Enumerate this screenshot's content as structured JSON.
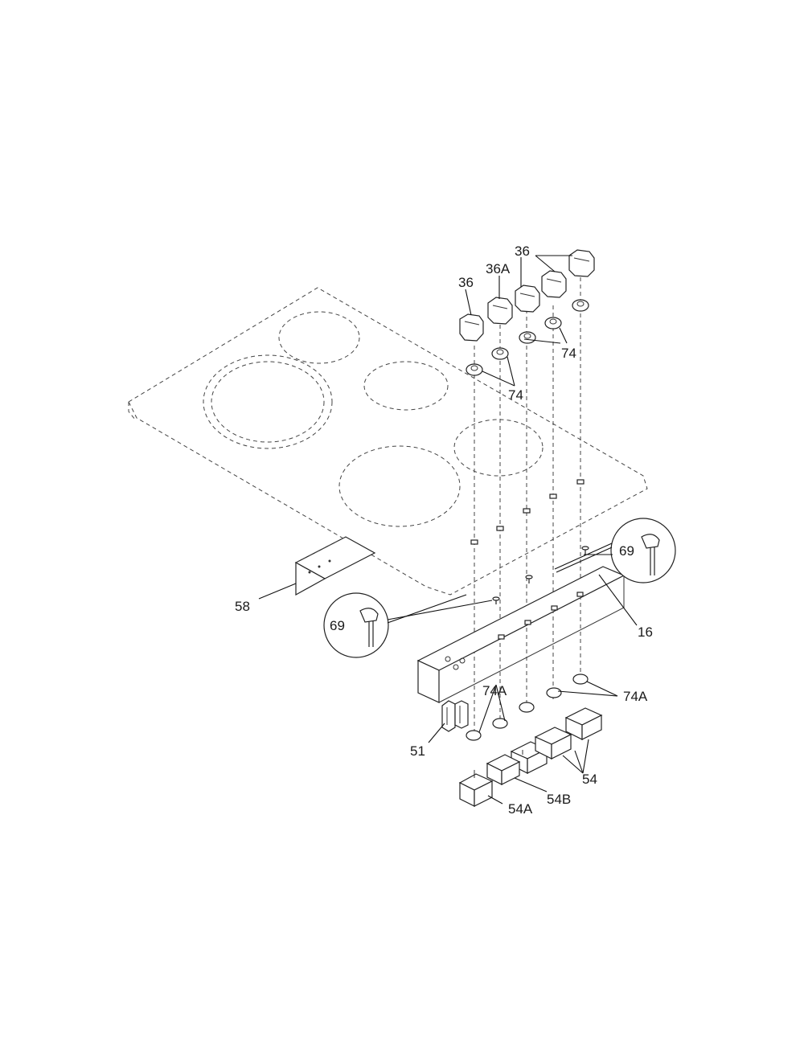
{
  "labels": {
    "knob_36_left": "36",
    "knob_36a": "36A",
    "knob_36_right": "36",
    "ring_74_upper": "74",
    "ring_74_lower": "74",
    "screw_69_right": "69",
    "screw_69_left": "69",
    "panel_58": "58",
    "bracket_16": "16",
    "ring_74a_left": "74A",
    "ring_74a_right": "74A",
    "clip_51": "51",
    "switches_54": "54",
    "switch_54b": "54B",
    "switch_54a": "54A"
  }
}
